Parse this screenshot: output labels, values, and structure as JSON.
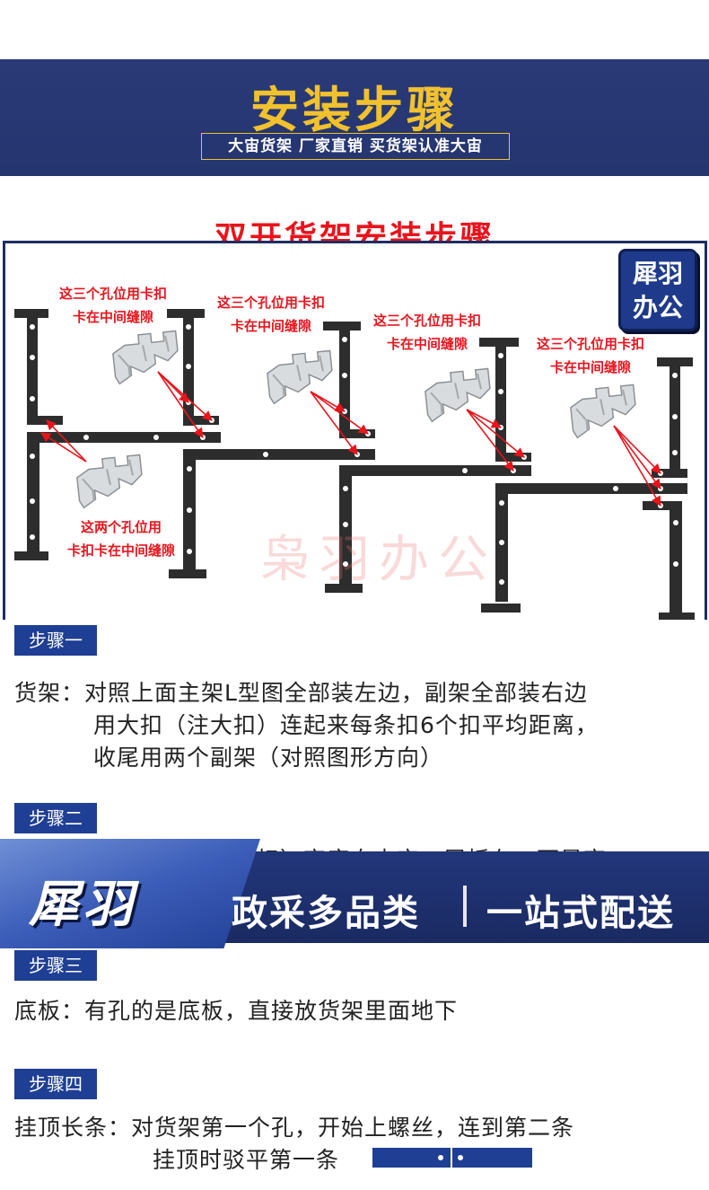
{
  "header": {
    "title": "安装步骤",
    "subtitle": "大宙货架  厂家直销  买货架认准大宙"
  },
  "diagram": {
    "title": "双开货架安装步骤",
    "badge": {
      "line1": "犀羽",
      "line2": "办公"
    },
    "notes": [
      {
        "line1": "这三个孔位用卡扣",
        "line2": "卡在中间缝隙"
      },
      {
        "line1": "这三个孔位用卡扣",
        "line2": "卡在中间缝隙"
      },
      {
        "line1": "这三个孔位用卡扣",
        "line2": "卡在中间缝隙"
      },
      {
        "line1": "这三个孔位用卡扣",
        "line2": "卡在中间缝隙"
      },
      {
        "line1": "这两个孔位用",
        "line2": "卡扣卡在中间缝隙"
      }
    ],
    "watermark": "枭羽办公"
  },
  "steps": [
    {
      "label": "步骤一",
      "lines": [
        "货架：对照上面主架L型图全部装左边，副架全部装右边",
        "用大扣（注大扣）连起来每条扣6个扣平均距离，",
        "收尾用两个副架（对照图形方向）"
      ]
    },
    {
      "label": "步骤二",
      "lines": [
        "扣）高度自由定，层板有一面是高"
      ]
    },
    {
      "label": "步骤三",
      "lines": [
        "底板：有孔的是底板，直接放货架里面地下"
      ]
    },
    {
      "label": "步骤四",
      "lines": [
        "挂顶长条：对货架第一个孔，开始上螺丝，连到第二条",
        "挂顶时驳平第一条"
      ]
    }
  ],
  "banner": {
    "logo": "犀羽",
    "slogan_left": "政采多品类",
    "slogan_right": "一站式配送"
  },
  "colors": {
    "navy": "#24356f",
    "gold": "#f2c12e",
    "red": "#e8141c",
    "step_blue": "#1f3f95",
    "rail": "#2d2d2d"
  }
}
